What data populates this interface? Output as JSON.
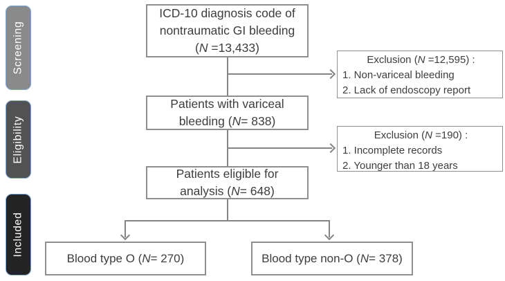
{
  "stages": [
    {
      "label": "Screening",
      "color": "#8a8a8a"
    },
    {
      "label": "Eligibility",
      "color": "#525252"
    },
    {
      "label": "Included",
      "color": "#242424"
    }
  ],
  "flow": {
    "icd10": {
      "lines": [
        "ICD-10 diagnosis code of",
        "nontraumatic GI bleeding",
        "(N =13,433)"
      ]
    },
    "excl_screening": {
      "header": "Exclusion (N =12,595) :",
      "items": [
        "1. Non-variceal bleeding",
        "2. Lack of endoscopy report"
      ]
    },
    "variceal": {
      "lines": [
        "Patients with variceal",
        "bleeding (N= 838)"
      ]
    },
    "excl_eligibility": {
      "header": "Exclusion (N =190) :",
      "items": [
        "1. Incomplete records",
        "2. Younger than 18 years"
      ]
    },
    "eligible": {
      "lines": [
        "Patients eligible for",
        "analysis (N= 648)"
      ]
    },
    "type_o": {
      "label": "Blood type O (N= 270)"
    },
    "type_non_o": {
      "label": "Blood type non-O (N= 378)"
    }
  },
  "colors": {
    "connector": "#848484",
    "box_border": "#8f8f8f",
    "text": "#3d3d3d",
    "tab_text": "#ffffff",
    "tab_border": "#7fa6d6"
  }
}
